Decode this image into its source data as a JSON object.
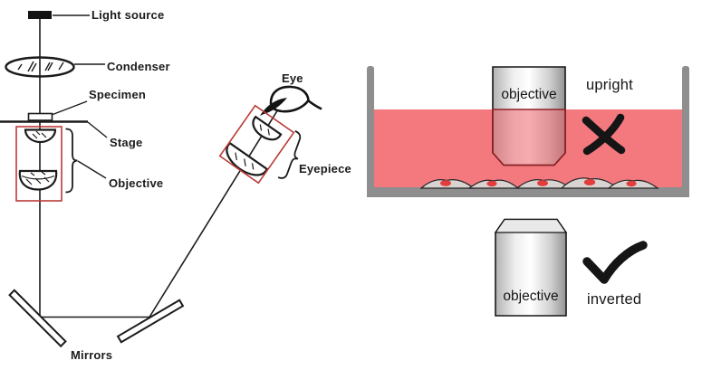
{
  "left_diagram": {
    "labels": {
      "light_source": "Light source",
      "condenser": "Condenser",
      "specimen": "Specimen",
      "stage": "Stage",
      "objective": "Objective",
      "eye": "Eye",
      "eyepiece": "Eyepiece",
      "mirrors": "Mirrors"
    }
  },
  "right_panel": {
    "upright_case": {
      "objective_label": "objective",
      "caption": "upright",
      "verdict_icon": "cross-icon"
    },
    "inverted_case": {
      "objective_label": "objective",
      "caption": "inverted",
      "verdict_icon": "check-icon"
    }
  },
  "colors": {
    "culture_medium_pink": "#f4797e",
    "dish_gray": "#8e8e8e",
    "highlight_box_red": "#bb3b38",
    "cell_nucleus_red": "#e23d3d",
    "submerged_border_red": "#8f2126",
    "ink": "#1b1b1b"
  }
}
